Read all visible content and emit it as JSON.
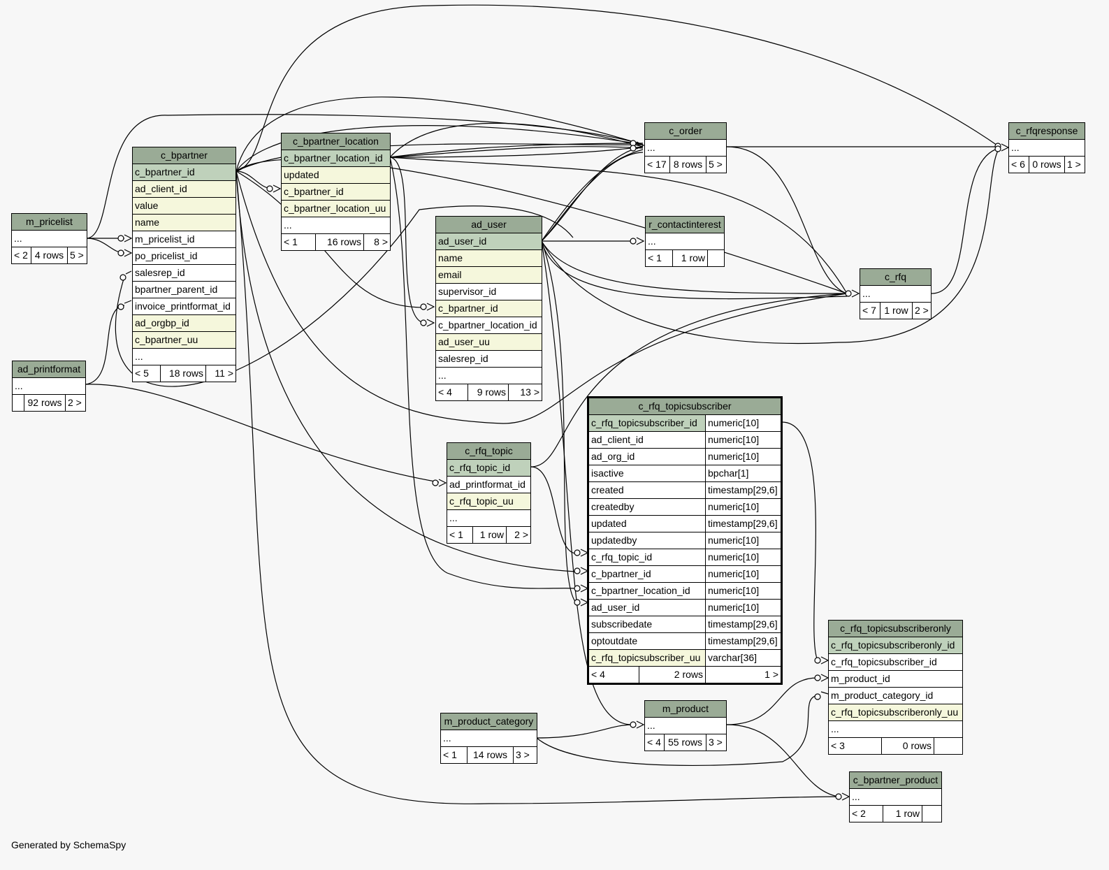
{
  "footer_text": "Generated by SchemaSpy",
  "colors": {
    "header": "#9aab96",
    "primary_key": "#bfd1bb",
    "indexed": "#f5f7dc",
    "background": "#f7f7f7"
  },
  "tables": {
    "m_pricelist": {
      "name": "m_pricelist",
      "rows": [
        "..."
      ],
      "footer": [
        "< 2",
        "4 rows",
        "5 >"
      ]
    },
    "ad_printformat": {
      "name": "ad_printformat",
      "rows": [
        "..."
      ],
      "footer": [
        "",
        "92 rows",
        "2 >"
      ]
    },
    "c_bpartner": {
      "name": "c_bpartner",
      "rows": [
        "c_bpartner_id",
        "ad_client_id",
        "value",
        "name",
        "m_pricelist_id",
        "po_pricelist_id",
        "salesrep_id",
        "bpartner_parent_id",
        "invoice_printformat_id",
        "ad_orgbp_id",
        "c_bpartner_uu",
        "..."
      ],
      "footer": [
        "< 5",
        "18 rows",
        "11 >"
      ]
    },
    "c_bpartner_location": {
      "name": "c_bpartner_location",
      "rows": [
        "c_bpartner_location_id",
        "updated",
        "c_bpartner_id",
        "c_bpartner_location_uu",
        "..."
      ],
      "footer": [
        "< 1",
        "16 rows",
        "8 >"
      ]
    },
    "ad_user": {
      "name": "ad_user",
      "rows": [
        "ad_user_id",
        "name",
        "email",
        "supervisor_id",
        "c_bpartner_id",
        "c_bpartner_location_id",
        "ad_user_uu",
        "salesrep_id",
        "..."
      ],
      "footer": [
        "< 4",
        "9 rows",
        "13 >"
      ]
    },
    "c_order": {
      "name": "c_order",
      "rows": [
        "..."
      ],
      "footer": [
        "< 17",
        "8 rows",
        "5 >"
      ]
    },
    "r_contactinterest": {
      "name": "r_contactinterest",
      "rows": [
        "..."
      ],
      "footer": [
        "< 1",
        "1 row",
        ""
      ]
    },
    "c_rfq": {
      "name": "c_rfq",
      "rows": [
        "..."
      ],
      "footer": [
        "< 7",
        "1 row",
        "2 >"
      ]
    },
    "c_rfqresponse": {
      "name": "c_rfqresponse",
      "rows": [
        "..."
      ],
      "footer": [
        "< 6",
        "0 rows",
        "1 >"
      ]
    },
    "c_rfq_topic": {
      "name": "c_rfq_topic",
      "rows": [
        "c_rfq_topic_id",
        "ad_printformat_id",
        "c_rfq_topic_uu",
        "..."
      ],
      "footer": [
        "< 1",
        "1 row",
        "2 >"
      ]
    },
    "c_rfq_topicsubscriber": {
      "name": "c_rfq_topicsubscriber",
      "rows": [
        [
          "c_rfq_topicsubscriber_id",
          "numeric[10]"
        ],
        [
          "ad_client_id",
          "numeric[10]"
        ],
        [
          "ad_org_id",
          "numeric[10]"
        ],
        [
          "isactive",
          "bpchar[1]"
        ],
        [
          "created",
          "timestamp[29,6]"
        ],
        [
          "createdby",
          "numeric[10]"
        ],
        [
          "updated",
          "timestamp[29,6]"
        ],
        [
          "updatedby",
          "numeric[10]"
        ],
        [
          "c_rfq_topic_id",
          "numeric[10]"
        ],
        [
          "c_bpartner_id",
          "numeric[10]"
        ],
        [
          "c_bpartner_location_id",
          "numeric[10]"
        ],
        [
          "ad_user_id",
          "numeric[10]"
        ],
        [
          "subscribedate",
          "timestamp[29,6]"
        ],
        [
          "optoutdate",
          "timestamp[29,6]"
        ],
        [
          "c_rfq_topicsubscriber_uu",
          "varchar[36]"
        ]
      ],
      "footer": [
        "< 4",
        "2 rows",
        "1 >"
      ]
    },
    "m_product_category": {
      "name": "m_product_category",
      "rows": [
        "..."
      ],
      "footer": [
        "< 1",
        "14 rows",
        "3 >"
      ]
    },
    "m_product": {
      "name": "m_product",
      "rows": [
        "..."
      ],
      "footer": [
        "< 4",
        "55 rows",
        "3 >"
      ]
    },
    "c_rfq_topicsubscriberonly": {
      "name": "c_rfq_topicsubscriberonly",
      "rows": [
        "c_rfq_topicsubscriberonly_id",
        "c_rfq_topicsubscriber_id",
        "m_product_id",
        "m_product_category_id",
        "c_rfq_topicsubscriberonly_uu",
        "..."
      ],
      "footer": [
        "< 3",
        "0 rows",
        ""
      ]
    },
    "c_bpartner_product": {
      "name": "c_bpartner_product",
      "rows": [
        "..."
      ],
      "footer": [
        "< 2",
        "1 row",
        ""
      ]
    }
  }
}
